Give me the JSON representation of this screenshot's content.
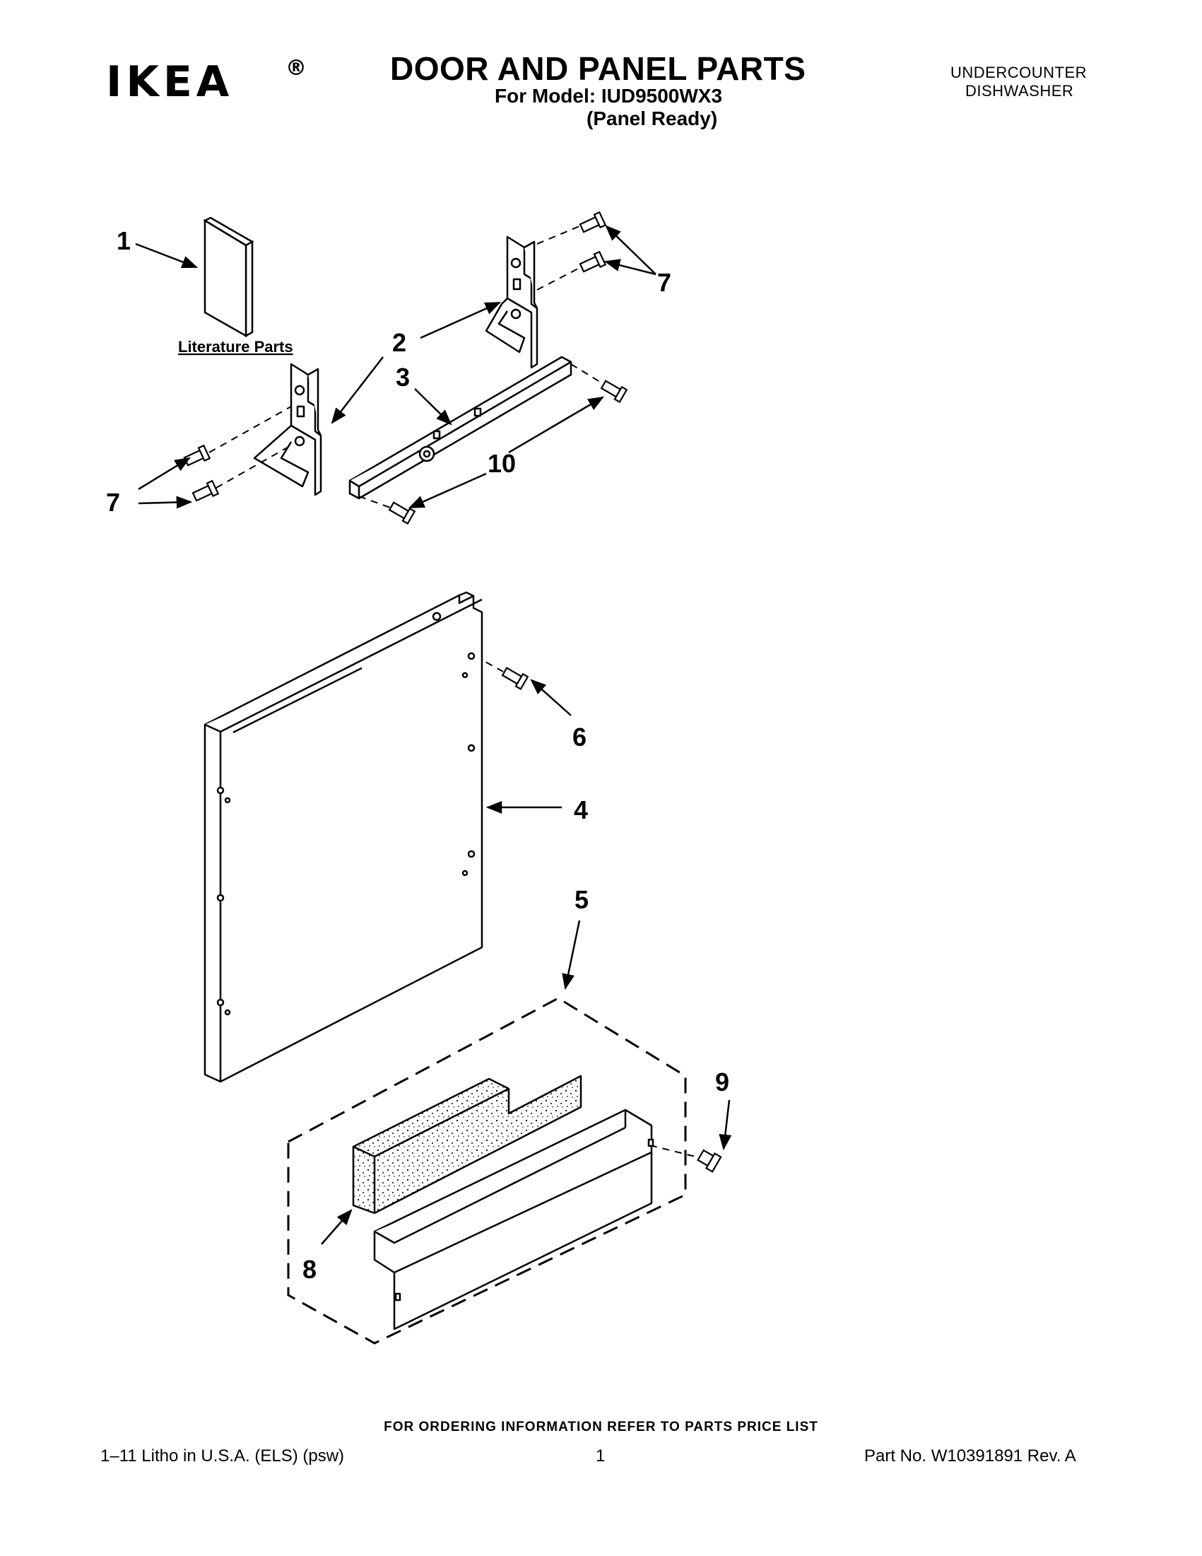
{
  "header": {
    "brand": "IKEA",
    "brand_mark": "®",
    "title": "DOOR AND PANEL PARTS",
    "model_line": "For Model: IUD9500WX3",
    "variant": "(Panel Ready)",
    "category_line1": "UNDERCOUNTER",
    "category_line2": "DISHWASHER"
  },
  "diagram": {
    "literature_label": "Literature Parts",
    "callouts": [
      "1",
      "2",
      "3",
      "4",
      "5",
      "6",
      "7",
      "8",
      "9",
      "10"
    ]
  },
  "footer": {
    "ordering_note": "FOR ORDERING INFORMATION REFER TO PARTS PRICE LIST",
    "print_info": "1–11 Litho in U.S.A. (ELS) (psw)",
    "page_number": "1",
    "part_number": "Part No. W10391891 Rev. A"
  }
}
